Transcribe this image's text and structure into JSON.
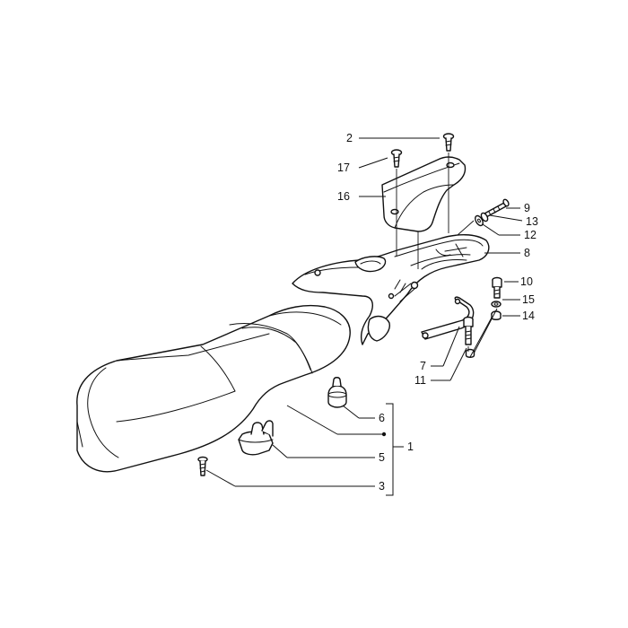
{
  "callouts": {
    "c1": "1",
    "c2": "2",
    "c3": "3",
    "c5": "5",
    "c6": "6",
    "c7": "7",
    "c8": "8",
    "c9": "9",
    "c10": "10",
    "c11": "11",
    "c12": "12",
    "c13": "13",
    "c14": "14",
    "c15": "15",
    "c16": "16",
    "c17": "17"
  }
}
